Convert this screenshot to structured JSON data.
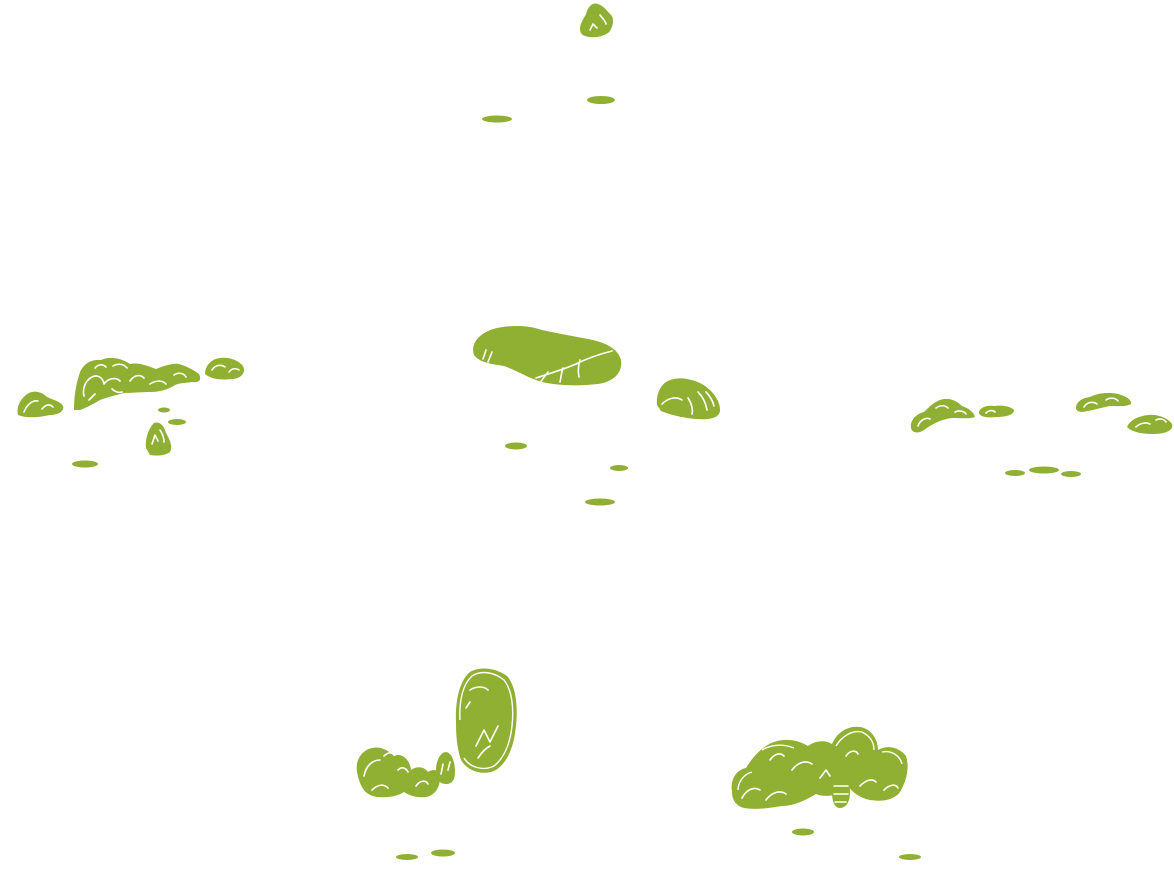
{
  "colors": {
    "foliage": "#8fb033",
    "background": "#ffffff"
  },
  "scene": {
    "groups": [
      {
        "name": "top-cluster",
        "icon": "bush-icon"
      },
      {
        "name": "left-cluster",
        "icon": "bush-icon"
      },
      {
        "name": "center-cluster",
        "icon": "bush-icon"
      },
      {
        "name": "right-cluster",
        "icon": "bush-icon"
      },
      {
        "name": "bottom-left-cluster",
        "icon": "tree-icon"
      },
      {
        "name": "bottom-right-cluster",
        "icon": "tree-icon"
      }
    ]
  }
}
